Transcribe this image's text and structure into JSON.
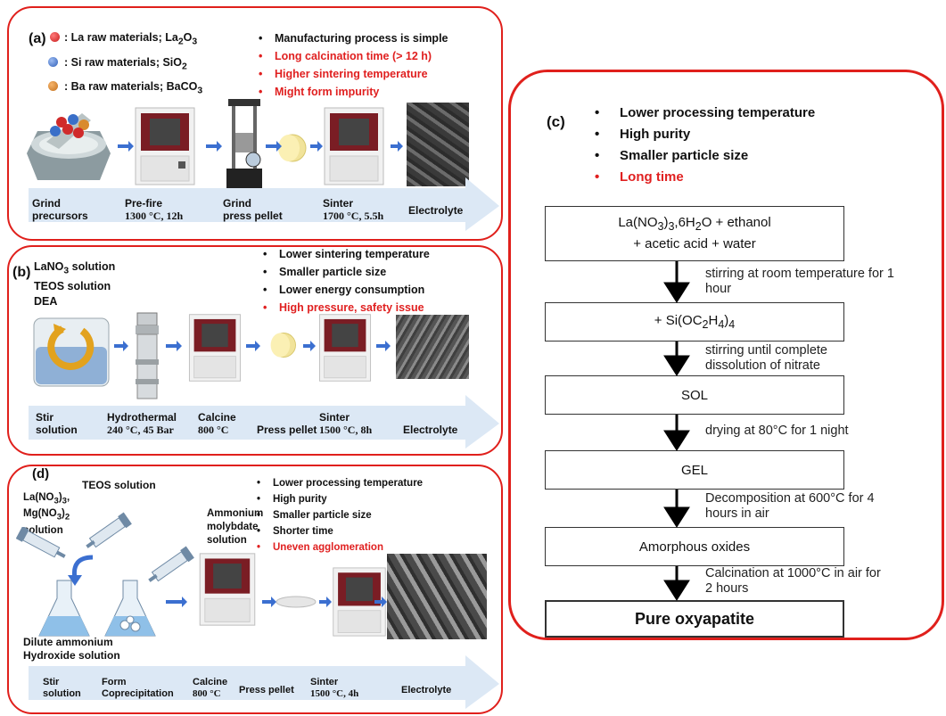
{
  "panel_a": {
    "label": "(a)",
    "legend": [
      {
        "text": "La raw materials; La",
        "sub": "2",
        "text2": "O",
        "sub2": "3",
        "color": "#d02a2a"
      },
      {
        "text": "Si raw materials; SiO",
        "sub": "2",
        "text2": "",
        "sub2": "",
        "color": "#3a6fc8"
      },
      {
        "text": "Ba raw materials; BaCO",
        "sub": "3",
        "text2": "",
        "sub2": "",
        "color": "#d98a2e"
      }
    ],
    "bullets": [
      {
        "text": "Manufacturing process is simple",
        "red": false
      },
      {
        "text": "Long calcination time (> 12 h)",
        "red": true
      },
      {
        "text": "Higher sintering temperature",
        "red": true
      },
      {
        "text": "Might form impurity",
        "red": true
      }
    ],
    "steps": [
      {
        "line1": "Grind",
        "line2": "precursors"
      },
      {
        "line1": "Pre-fire",
        "line2": "1300 °C, 12h"
      },
      {
        "line1": "Grind",
        "line2": "press pellet"
      },
      {
        "line1": "Sinter",
        "line2": "1700 °C, 5.5h"
      },
      {
        "line1": "Electrolyte",
        "line2": ""
      }
    ]
  },
  "panel_b": {
    "label": "(b)",
    "reagents": [
      "LaNO",
      "TEOS solution",
      "DEA"
    ],
    "reagent0_sub": "3",
    "reagent0_tail": " solution",
    "bullets": [
      {
        "text": "Lower sintering temperature",
        "red": false
      },
      {
        "text": "Smaller particle size",
        "red": false
      },
      {
        "text": "Lower energy consumption",
        "red": false
      },
      {
        "text": "High pressure, safety issue",
        "red": true
      }
    ],
    "steps": [
      {
        "line1": "Stir",
        "line2": "solution"
      },
      {
        "line1": "Hydrothermal",
        "line2": "240 °C, 45 Bar"
      },
      {
        "line1": "Calcine",
        "line2": "800 °C"
      },
      {
        "line1": "Press pellet",
        "line2": ""
      },
      {
        "line1": "Sinter",
        "line2": "1500 °C, 8h"
      },
      {
        "line1": "Electrolyte",
        "line2": ""
      }
    ]
  },
  "panel_d": {
    "label": "(d)",
    "teos": "TEOS solution",
    "la_line1": "La(NO",
    "la_sub1": "3",
    "la_tail1": ")",
    "la_sub1b": "3",
    "la_end1": ",",
    "mg_line": "Mg(NO",
    "mg_sub": "3",
    "mg_tail": ")",
    "mg_sub2": "2",
    "solution": "solution",
    "ammonium": [
      "Ammonium",
      "molybdate",
      "solution"
    ],
    "dilute": [
      "Dilute ammonium",
      "Hydroxide solution"
    ],
    "bullets": [
      {
        "text": "Lower processing temperature",
        "red": false
      },
      {
        "text": "High purity",
        "red": false
      },
      {
        "text": "Smaller particle size",
        "red": false
      },
      {
        "text": "Shorter time",
        "red": false
      },
      {
        "text": "Uneven agglomeration",
        "red": true
      }
    ],
    "steps": [
      {
        "line1": "Stir",
        "line2": "solution"
      },
      {
        "line1": "Form",
        "line2": "Coprecipitation"
      },
      {
        "line1": "Calcine",
        "line2": "800 °C"
      },
      {
        "line1": "Press pellet",
        "line2": ""
      },
      {
        "line1": "Sinter",
        "line2": "1500 °C, 4h"
      },
      {
        "line1": "Electrolyte",
        "line2": ""
      }
    ]
  },
  "panel_c": {
    "label": "(c)",
    "bullets": [
      {
        "text": "Lower processing temperature",
        "red": false
      },
      {
        "text": "High purity",
        "red": false
      },
      {
        "text": "Smaller particle size",
        "red": false
      },
      {
        "text": "Long time",
        "red": true
      }
    ],
    "box1_a": "La(NO",
    "box1_sub1": "3",
    "box1_b": ")",
    "box1_sub2": "3",
    "box1_c": ",6H",
    "box1_sub3": "2",
    "box1_d": "O + ethanol",
    "box1_line2": "+ acetic acid + water",
    "box2_a": "+ Si(OC",
    "box2_sub1": "2",
    "box2_b": "H",
    "box2_sub2": "4",
    "box2_c": ")",
    "box2_sub3": "4",
    "boxes": [
      "SOL",
      "GEL",
      "Amorphous oxides",
      "Pure oxyapatite"
    ],
    "steps": [
      [
        "stirring at room temperature for 1",
        "hour"
      ],
      [
        "stirring until complete",
        "dissolution of nitrate"
      ],
      [
        "drying at 80°C for 1 night"
      ],
      [
        "Decomposition at 600°C for 4",
        "hours in air"
      ],
      [
        "Calcination at 1000°C in air for",
        "2 hours"
      ]
    ]
  },
  "colors": {
    "frame": "#e0201c",
    "band": "#dce8f5",
    "arrow": "#3b6fd0"
  }
}
